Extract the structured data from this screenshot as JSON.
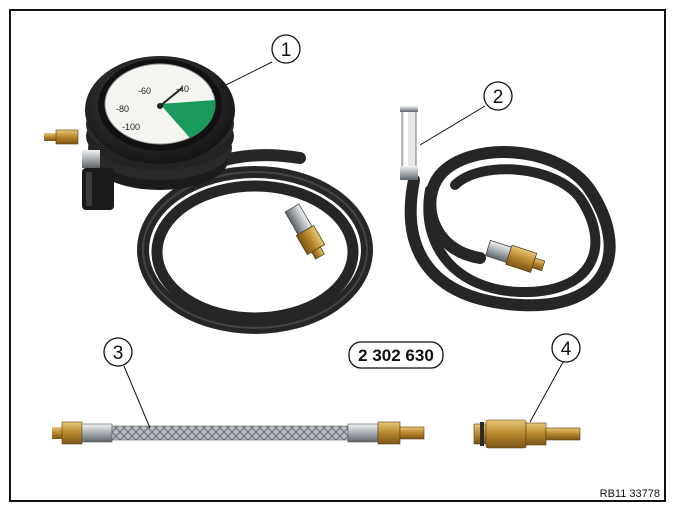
{
  "callouts": [
    "1",
    "2",
    "3",
    "4"
  ],
  "part_number": "2 302 630",
  "reference_code": "RB11 33778",
  "gauge": {
    "dial_labels": [
      "-60",
      "-40",
      "-80",
      "-100"
    ],
    "accent_color": "#1a9a5a"
  },
  "colors": {
    "hose": "#2a2a2a",
    "brass": "#c9a04a",
    "chrome": "#b8bcc2",
    "braid": "#9aa0a6"
  }
}
